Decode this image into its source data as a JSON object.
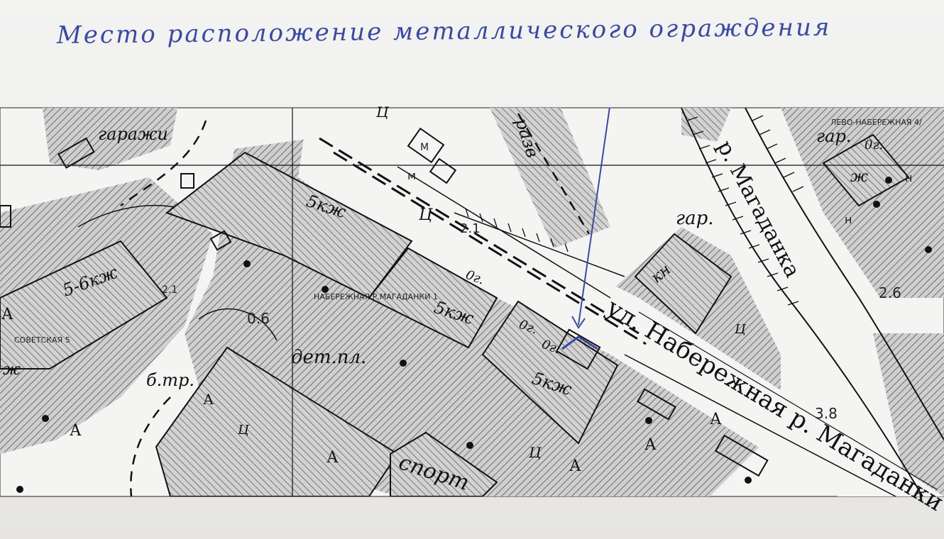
{
  "annotation": {
    "handwritten_note": "Место расположение металлического ограждения"
  },
  "labels": {
    "garages": "гаражи",
    "street_name": "ул. Набережная р. Магаданки",
    "river_name": "р. Магаданка",
    "children_playground": "дет.пл.",
    "sport": "спорт",
    "b_tr": "б.тр.",
    "razv": "разв",
    "gar_1": "гар.",
    "gar_2": "гар.",
    "b5kzh_1": "5кж",
    "b5kzh_2": "5кж",
    "b5kzh_3": "5кж",
    "b56kzh": "5-6кж",
    "kn": "кн",
    "og_1": "0г.",
    "og_2": "0г.",
    "og_3": "0г.",
    "og_4": "0г.",
    "zh": "ж",
    "kzh_left": "ж",
    "n_1": "н",
    "n_2": "н",
    "m_1": "М",
    "m_2": "м",
    "ts_1": "Ц",
    "ts_2": "Ц",
    "ts_3": "Ц",
    "ts_4": "Ц",
    "ts_5": "Ц",
    "a_1": "А",
    "a_2": "А",
    "a_3": "А",
    "a_4": "А",
    "a_5": "А",
    "a_6": "А",
    "a_7": "А"
  },
  "elevations": {
    "e_0_6": "0.6",
    "e_2_1": "2.1",
    "e_2_1b": "2.1",
    "e_3_8": "3.8",
    "e_2_6": "2.6"
  },
  "address_labels": {
    "sovetskaya": "СОВЕТСКАЯ 5",
    "naberezhnaya_1": "НАБЕРЕЖНАЯ Р.МАГАДАНКИ 1",
    "naberezhnaya_4": "ЛЕВО-НАБЕРЕЖНАЯ 4/"
  },
  "colors": {
    "ink": "#111111",
    "pen": "#3b4aa0",
    "hatch": "#555555",
    "paper": "#f0efed"
  }
}
